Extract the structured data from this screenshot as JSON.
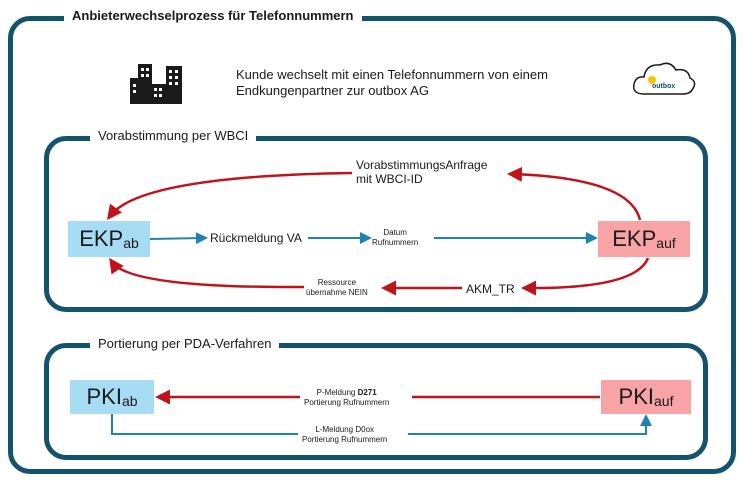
{
  "title": "Anbieterwechselprozess für Telefonnummern",
  "customer_line1": "Kunde wechselt mit einen Telefonnummern von einem",
  "customer_line2": "Endkungenpartner zur outbox AG",
  "logo_text": "outbox",
  "section1": {
    "title": "Vorabstimmung per WBCI",
    "ekp_ab": {
      "main": "EKP",
      "sub": "ab"
    },
    "ekp_auf": {
      "main": "EKP",
      "sub": "auf"
    },
    "anfrage_line1": "VorabstimmungsAnfrage",
    "anfrage_line2": "mit WBCI-ID",
    "rueckmeldung": "Rückmeldung VA",
    "datum_line1": "Datum",
    "datum_line2": "Rufnummern",
    "akm": "AKM_TR",
    "ressource_line1": "Ressource",
    "ressource_line2": "übernahme NEIN"
  },
  "section2": {
    "title": "Portierung per PDA-Verfahren",
    "pki_ab": {
      "main": "PKI",
      "sub": "ab"
    },
    "pki_auf": {
      "main": "PKI",
      "sub": "auf"
    },
    "pmeldung_prefix": "P-Meldung ",
    "pmeldung_code": "D271",
    "pmeldung_line2": "Portierung Rufnummern",
    "lmeldung_line1": "L-Meldung D0ox",
    "lmeldung_line2": "Portierung Rufnummern"
  },
  "colors": {
    "frame": "#13536b",
    "red": "#c0141c",
    "blue": "#1f83b2",
    "node_blue": "#a7dcf5",
    "node_pink": "#f8a3a5"
  }
}
